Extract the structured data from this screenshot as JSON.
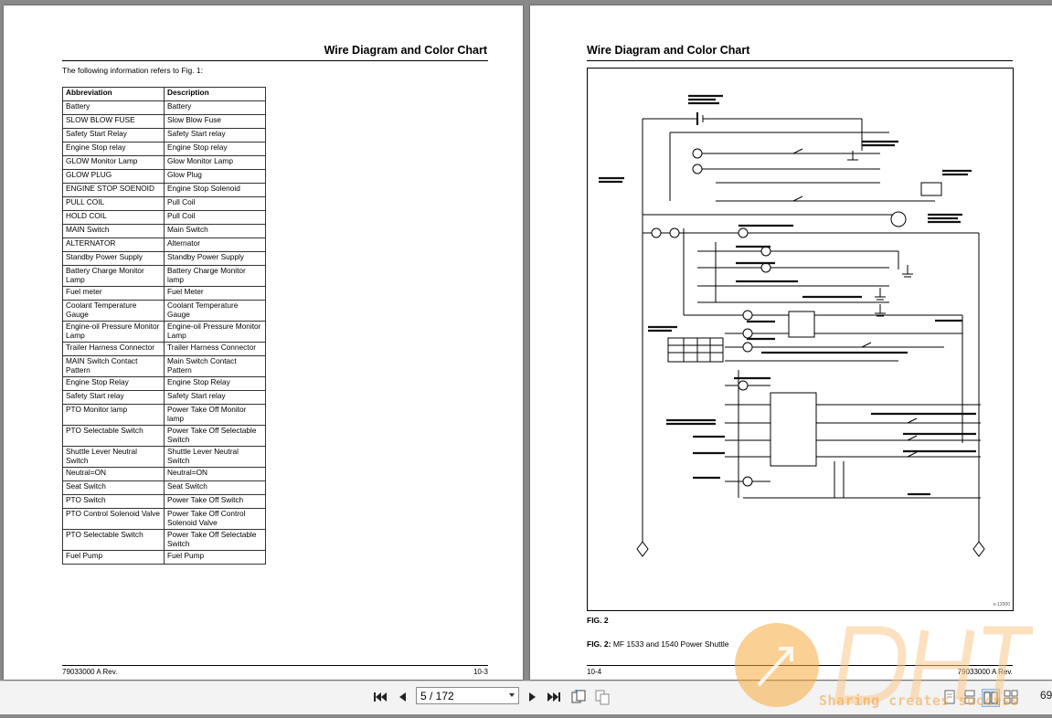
{
  "left_page": {
    "title": "Wire Diagram and Color Chart",
    "intro": "The following information refers to Fig. 1:",
    "table": {
      "headers": [
        "Abbreviation",
        "Description"
      ],
      "rows": [
        [
          "Battery",
          "Battery"
        ],
        [
          "SLOW BLOW FUSE",
          "Slow Blow Fuse"
        ],
        [
          "Safety Start Relay",
          "Safety Start relay"
        ],
        [
          "Engine Stop relay",
          "Engine Stop relay"
        ],
        [
          "GLOW Monitor Lamp",
          "Glow Monitor Lamp"
        ],
        [
          "GLOW PLUG",
          "Glow Plug"
        ],
        [
          "ENGINE STOP SOENOID",
          "Engine Stop Solenoid"
        ],
        [
          "PULL COIL",
          "Pull Coil"
        ],
        [
          "HOLD COIL",
          "Pull Coil"
        ],
        [
          "MAIN Switch",
          "Main Switch"
        ],
        [
          "ALTERNATOR",
          "Alternator"
        ],
        [
          "Standby Power Supply",
          "Standby Power Supply"
        ],
        [
          "Battery Charge Monitor Lamp",
          "Battery Charge Monitor lamp"
        ],
        [
          "Fuel meter",
          "Fuel Meter"
        ],
        [
          "Coolant Temperature Gauge",
          "Coolant Temperature Gauge"
        ],
        [
          "Engine-oil Pressure Monitor Lamp",
          "Engine-oil Pressure Monitor Lamp"
        ],
        [
          "Trailer Harness Connector",
          "Trailer Harness Connector"
        ],
        [
          "MAIN Switch Contact Pattern",
          "Main Switch Contact Pattern"
        ],
        [
          "Engine Stop Relay",
          "Engine Stop Relay"
        ],
        [
          "Safety Start relay",
          "Safety Start relay"
        ],
        [
          "PTO Monitor lamp",
          "Power Take Off Monitor lamp"
        ],
        [
          "PTO Selectable Switch",
          "Power Take Off Selectable Switch"
        ],
        [
          "Shuttle Lever Neutral Switch",
          "Shuttle Lever Neutral Switch"
        ],
        [
          "Neutral=ON",
          "Neutral=ON"
        ],
        [
          "Seat Switch",
          "Seat Switch"
        ],
        [
          "PTO Switch",
          "Power Take Off Switch"
        ],
        [
          "PTO Control Solenoid Valve",
          "Power Take Off Control Solenoid Valve"
        ],
        [
          "PTO Selectable Switch",
          "Power Take Off Selectable Switch"
        ],
        [
          "Fuel Pump",
          "Fuel Pump"
        ]
      ]
    },
    "footer_left": "79033000 A Rev.",
    "footer_right": "10-3"
  },
  "right_page": {
    "title": "Wire Diagram and Color Chart",
    "fig_short": "FIG. 2",
    "fig_caption_label": "FIG. 2:",
    "fig_caption_text": "MF 1533 and 1540 Power Shuttle",
    "diagram_id": "s-12000",
    "footer_left": "10-4",
    "footer_right": "79033000 A Rev."
  },
  "toolbar": {
    "page_field": "5 / 172",
    "zoom_partial": "69"
  },
  "watermark": {
    "tagline": "Sharing creates success"
  },
  "colors": {
    "viewer_bg": "#8a8a8a",
    "toolbar_bg": "#f3f3f3",
    "watermark": "#f3a03c"
  }
}
